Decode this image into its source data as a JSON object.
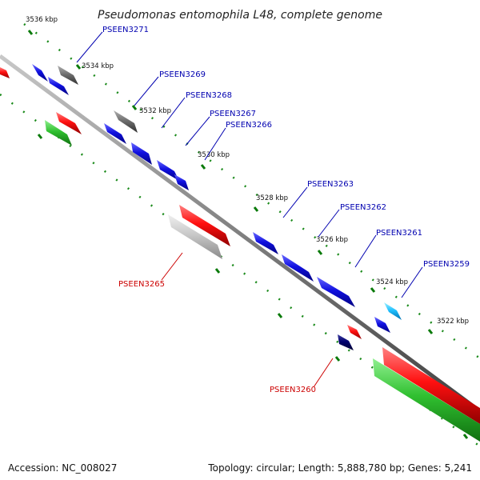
{
  "title": "Pseudomonas entomophila L48, complete genome",
  "footer": {
    "accession": "Accession: NC_008027",
    "summary": "Topology: circular; Length: 5,888,780 bp; Genes: 5,241"
  },
  "colors": {
    "backbone": "#8a8a8a",
    "tick": "#1a8a1a",
    "gene_blue": "#1010e0",
    "gene_gray": "#707070",
    "gene_red": "#ff1010",
    "gene_green": "#30c030",
    "gene_light_gray": "#c0c0c0",
    "gene_navy": "#000070",
    "gene_cyan": "#20c0ff",
    "label_blue": "#0000b0",
    "label_red": "#cc0000"
  },
  "scale_labels": [
    "3536 kbp",
    "3534 kbp",
    "3532 kbp",
    "3530 kbp",
    "3528 kbp",
    "3526 kbp",
    "3524 kbp",
    "3522 kbp"
  ],
  "gene_labels_forward": [
    "PSEEN3271",
    "PSEEN3269",
    "PSEEN3268",
    "PSEEN3267",
    "PSEEN3266",
    "PSEEN3263",
    "PSEEN3262",
    "PSEEN3261",
    "PSEEN3259"
  ],
  "gene_labels_reverse": [
    "PSEEN3265",
    "PSEEN3260"
  ]
}
